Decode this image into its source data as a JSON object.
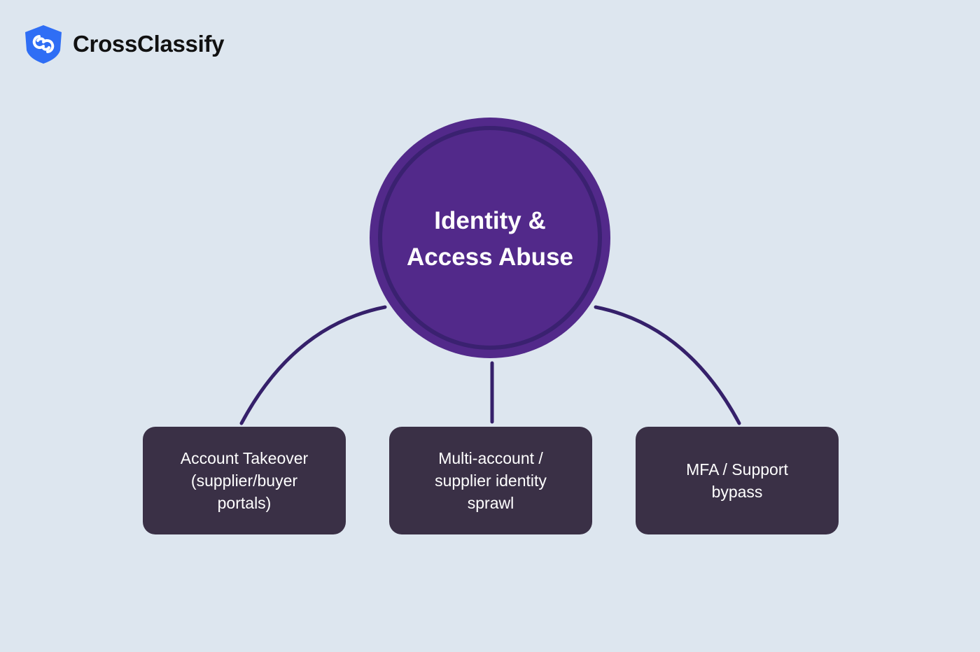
{
  "brand": {
    "name": "CrossClassify",
    "icon": "shield-link-icon",
    "color": "#2f6ef5"
  },
  "hub": {
    "title_line1": "Identity &",
    "title_line2": "Access Abuse",
    "color": "#52298a"
  },
  "nodes": [
    {
      "label": "Account Takeover (supplier/buyer portals)"
    },
    {
      "label": "Multi-account / supplier identity sprawl"
    },
    {
      "label": "MFA / Support bypass"
    }
  ]
}
